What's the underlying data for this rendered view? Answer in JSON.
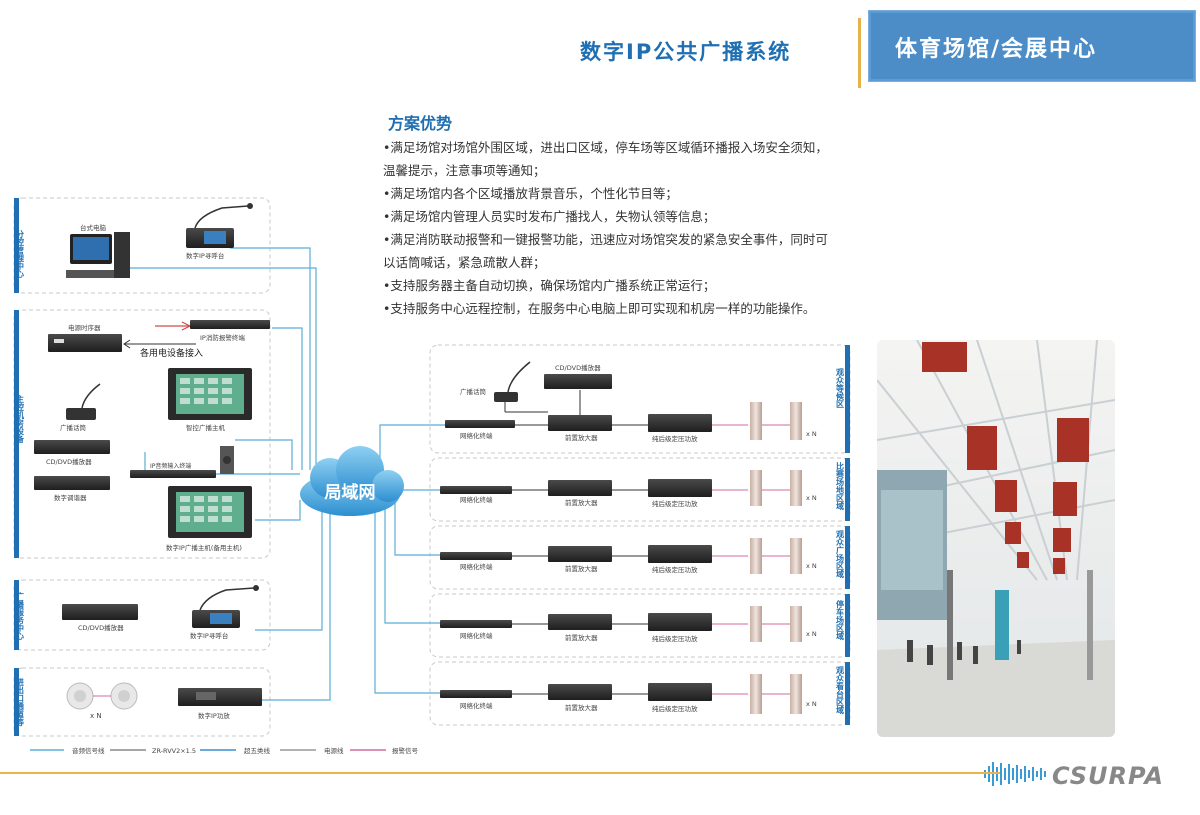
{
  "header": {
    "title": "数字IP公共广播系统",
    "subtitle": "体育场馆/会展中心"
  },
  "advantages": {
    "title": "方案优势",
    "items": [
      "•满足场馆对场馆外围区域，进出口区域，停车场等区域循环播报入场安全须知，",
      "温馨提示，注意事项等通知；",
      "•满足场馆内各个区域播放背景音乐，个性化节目等；",
      "•满足场馆内管理人员实时发布广播找人，失物认领等信息；",
      "•满足消防联动报警和一键报警功能，迅速应对场馆突发的紧急安全事件，同时可",
      "以话筒喊话，紧急疏散人群；",
      "•支持服务器主备自动切换，确保场馆内广播系统正常运行；",
      "•支持服务中心远程控制，在服务中心电脑上即可实现和机房一样的功能操作。"
    ]
  },
  "diagram": {
    "cloud_label": "局域网",
    "left_zones": [
      "分控管理中心",
      "主控机房设备",
      "广播服务中心",
      "进出口通道等"
    ],
    "right_zones": [
      "观众等候区",
      "比赛场地区域",
      "观众广场区域",
      "停车场区域",
      "观众看台区域"
    ],
    "labels": {
      "desktop_pc": "台式电脑",
      "ip_paging_1": "数字IP寻呼台",
      "power_sequencer": "电源时序器",
      "fire_alarm_terminal": "IP消防报警终端",
      "equip_access": "各用电设备接入",
      "main_host": "智控广播主机",
      "broadcast_mic": "广播话筒",
      "cd_dvd_1": "CD/DVD播放器",
      "ip_audio_input": "IP音频输入终端",
      "tuner": "数字调谐器",
      "backup_host": "数字IP广播主机(备用主机)",
      "cd_dvd_2": "CD/DVD播放器",
      "ip_paging_2": "数字IP寻呼台",
      "ip_amp": "数字IP功放",
      "ceiling_xn": "x N",
      "zone_mic": "广播话筒",
      "zone_cd": "CD/DVD播放器",
      "net_terminal": "网络化终端",
      "preamp": "前置放大器",
      "power_amp": "纯后级定压功放",
      "xn": "x N"
    },
    "legend": [
      "音频信号线",
      "ZR-RVV2×1.5",
      "超五类线",
      "电源线",
      "报警信号"
    ]
  },
  "brand": {
    "logo": "CSURPA"
  },
  "colors": {
    "accent": "#1f6fb2",
    "title_box": "#4c8cc7",
    "gold": "#e9b44c",
    "cable_blue": "#5aaed6"
  }
}
